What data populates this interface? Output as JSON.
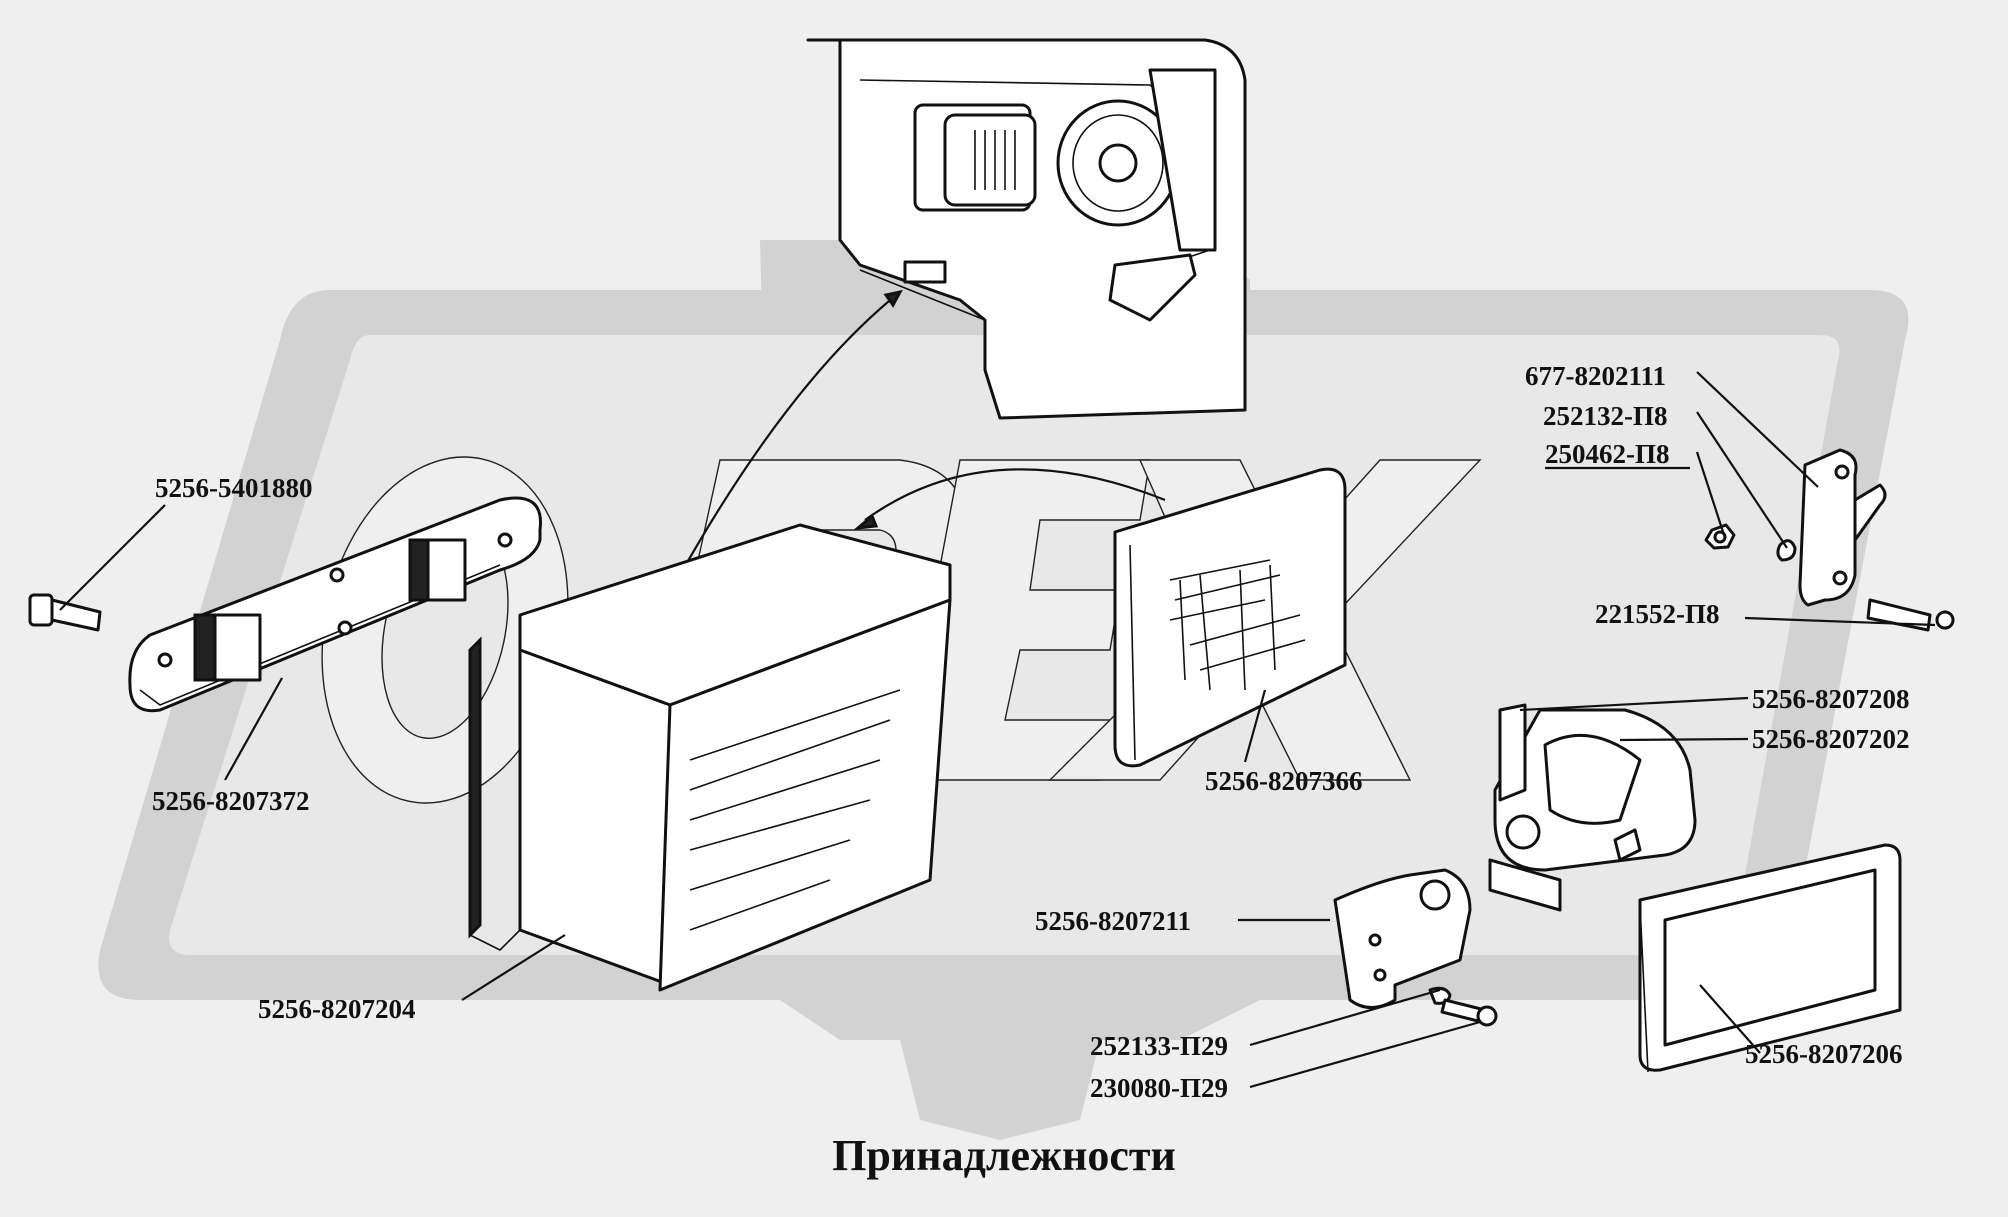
{
  "title": "Принадлежности",
  "watermark": "ОРЕХ",
  "colors": {
    "background": "#efefef",
    "watermark": "#d2d2d2",
    "ink": "#111111"
  },
  "labels": {
    "p5401880": "5256-5401880",
    "p8207372": "5256-8207372",
    "p8207204": "5256-8207204",
    "p8207366": "5256-8207366",
    "p8202111": "677-8202111",
    "p252132": "252132-П8",
    "p250462": "250462-П8",
    "p221552": "221552-П8",
    "p8207208": "5256-8207208",
    "p8207202": "5256-8207202",
    "p8207211": "5256-8207211",
    "p252133": "252133-П29",
    "p230080": "230080-П29",
    "p8207206": "5256-8207206"
  }
}
